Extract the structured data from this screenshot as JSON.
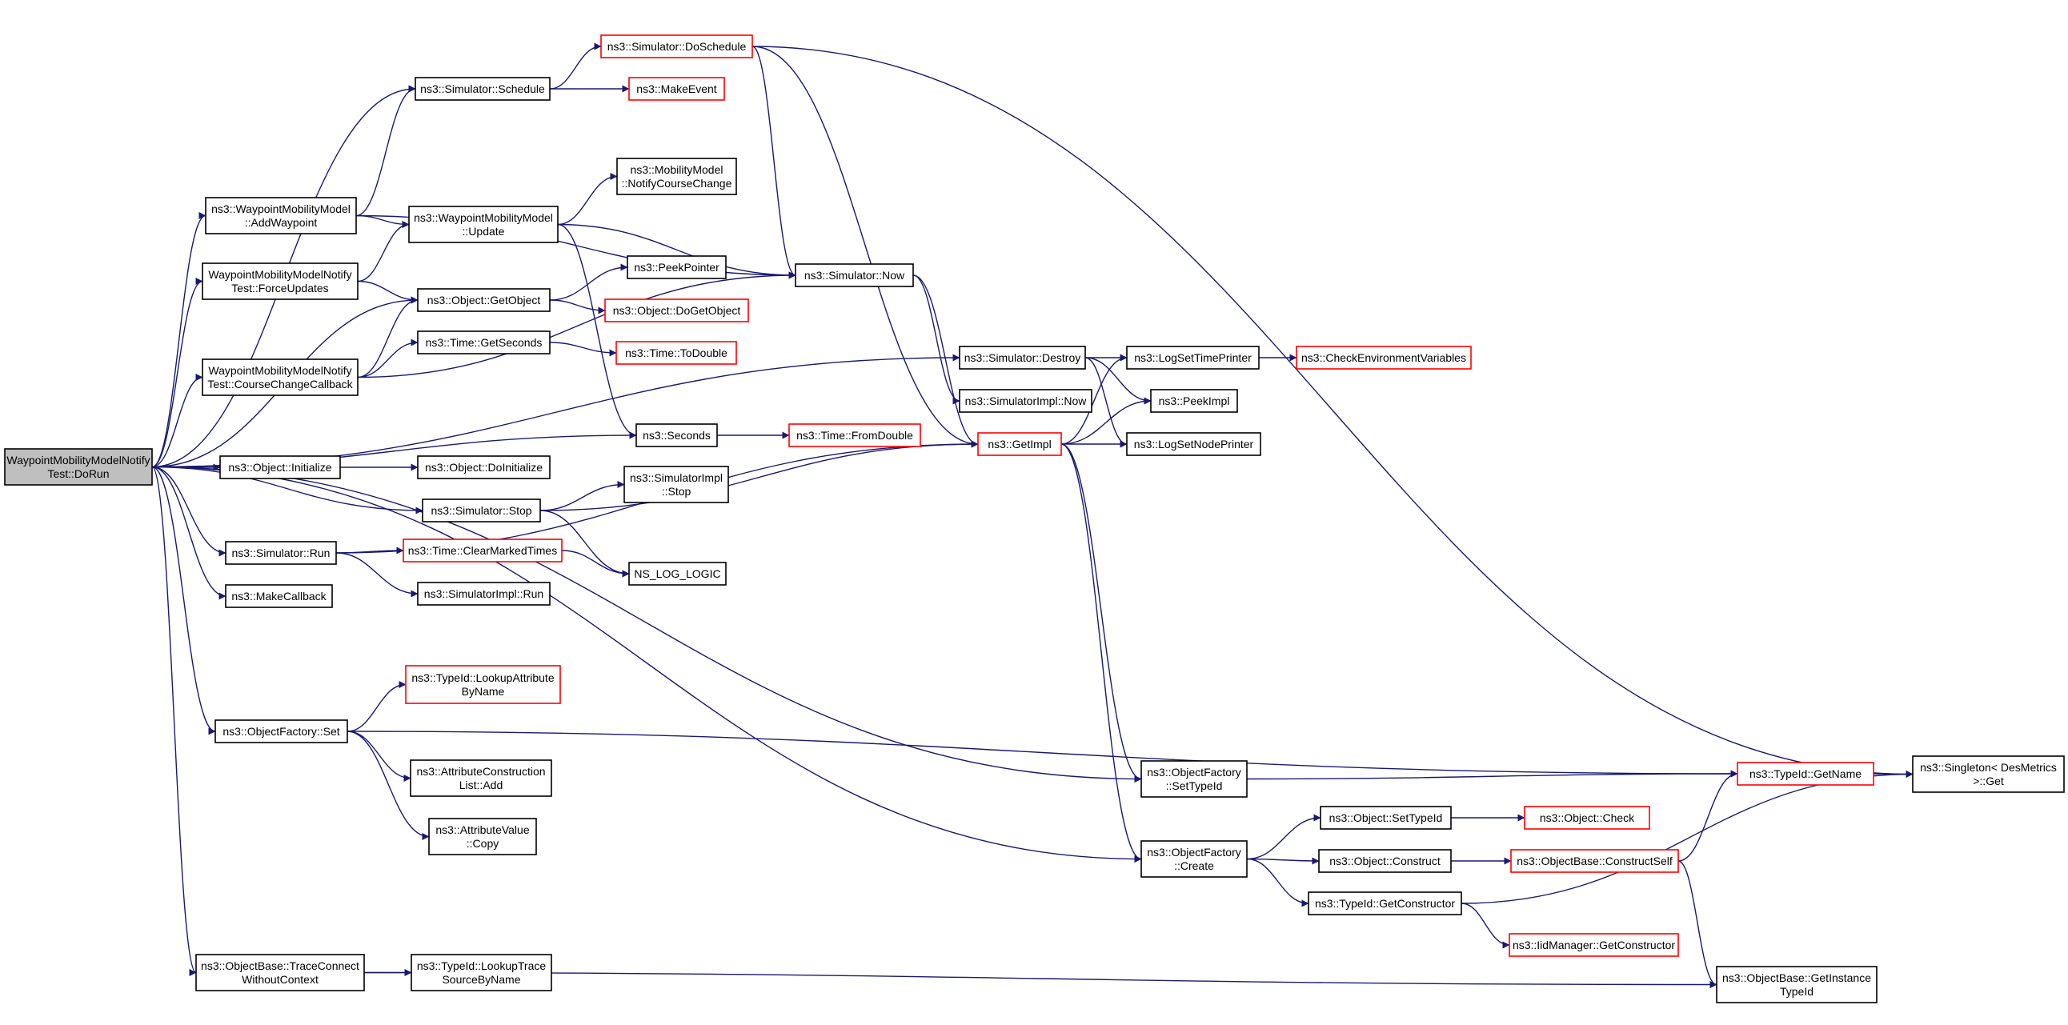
{
  "colors": {
    "edge": "#191970",
    "normal_border": "#000000",
    "linked_border": "#ff0000",
    "root_fill": "#bfbfbf",
    "fill": "#ffffff"
  },
  "nodes": [
    {
      "id": "root",
      "lines": [
        "WaypointMobilityModelNotify",
        "Test::DoRun"
      ],
      "style": "root"
    },
    {
      "id": "addwp",
      "lines": [
        "ns3::WaypointMobilityModel",
        "::AddWaypoint"
      ],
      "style": "normal"
    },
    {
      "id": "forceupd",
      "lines": [
        "WaypointMobilityModelNotify",
        "Test::ForceUpdates"
      ],
      "style": "normal"
    },
    {
      "id": "coursecb",
      "lines": [
        "WaypointMobilityModelNotify",
        "Test::CourseChangeCallback"
      ],
      "style": "normal"
    },
    {
      "id": "objinit",
      "lines": [
        "ns3::Object::Initialize"
      ],
      "style": "normal"
    },
    {
      "id": "simrun",
      "lines": [
        "ns3::Simulator::Run"
      ],
      "style": "normal"
    },
    {
      "id": "makecb",
      "lines": [
        "ns3::MakeCallback"
      ],
      "style": "normal"
    },
    {
      "id": "ofset",
      "lines": [
        "ns3::ObjectFactory::Set"
      ],
      "style": "normal"
    },
    {
      "id": "tracecon",
      "lines": [
        "ns3::ObjectBase::TraceConnect",
        "WithoutContext"
      ],
      "style": "normal"
    },
    {
      "id": "schedule",
      "lines": [
        "ns3::Simulator::Schedule"
      ],
      "style": "normal"
    },
    {
      "id": "wpupdate",
      "lines": [
        "ns3::WaypointMobilityModel",
        "::Update"
      ],
      "style": "normal"
    },
    {
      "id": "getobj",
      "lines": [
        "ns3::Object::GetObject"
      ],
      "style": "normal"
    },
    {
      "id": "getsec",
      "lines": [
        "ns3::Time::GetSeconds"
      ],
      "style": "normal"
    },
    {
      "id": "doinit",
      "lines": [
        "ns3::Object::DoInitialize"
      ],
      "style": "normal"
    },
    {
      "id": "simstop",
      "lines": [
        "ns3::Simulator::Stop"
      ],
      "style": "normal"
    },
    {
      "id": "clearmarked",
      "lines": [
        "ns3::Time::ClearMarkedTimes"
      ],
      "style": "linked"
    },
    {
      "id": "simimplrun",
      "lines": [
        "ns3::SimulatorImpl::Run"
      ],
      "style": "normal"
    },
    {
      "id": "lookupattr",
      "lines": [
        "ns3::TypeId::LookupAttribute",
        "ByName"
      ],
      "style": "linked"
    },
    {
      "id": "attrconstr",
      "lines": [
        "ns3::AttributeConstruction",
        "List::Add"
      ],
      "style": "normal"
    },
    {
      "id": "attrcopy",
      "lines": [
        "ns3::AttributeValue",
        "::Copy"
      ],
      "style": "normal"
    },
    {
      "id": "lookuptrace",
      "lines": [
        "ns3::TypeId::LookupTrace",
        "SourceByName"
      ],
      "style": "normal"
    },
    {
      "id": "dosched",
      "lines": [
        "ns3::Simulator::DoSchedule"
      ],
      "style": "linked"
    },
    {
      "id": "makeevent",
      "lines": [
        "ns3::MakeEvent"
      ],
      "style": "linked"
    },
    {
      "id": "notifycc",
      "lines": [
        "ns3::MobilityModel",
        "::NotifyCourseChange"
      ],
      "style": "normal"
    },
    {
      "id": "peekptr",
      "lines": [
        "ns3::PeekPointer"
      ],
      "style": "normal"
    },
    {
      "id": "dogetobj",
      "lines": [
        "ns3::Object::DoGetObject"
      ],
      "style": "linked"
    },
    {
      "id": "todouble",
      "lines": [
        "ns3::Time::ToDouble"
      ],
      "style": "linked"
    },
    {
      "id": "seconds",
      "lines": [
        "ns3::Seconds"
      ],
      "style": "normal"
    },
    {
      "id": "fromdouble",
      "lines": [
        "ns3::Time::FromDouble"
      ],
      "style": "linked"
    },
    {
      "id": "simimplstop",
      "lines": [
        "ns3::SimulatorImpl",
        "::Stop"
      ],
      "style": "normal"
    },
    {
      "id": "nslog",
      "lines": [
        "NS_LOG_LOGIC"
      ],
      "style": "normal"
    },
    {
      "id": "simnow",
      "lines": [
        "ns3::Simulator::Now"
      ],
      "style": "normal"
    },
    {
      "id": "simdestroy",
      "lines": [
        "ns3::Simulator::Destroy"
      ],
      "style": "normal"
    },
    {
      "id": "simimplnow",
      "lines": [
        "ns3::SimulatorImpl::Now"
      ],
      "style": "normal"
    },
    {
      "id": "getimpl",
      "lines": [
        "ns3::GetImpl"
      ],
      "style": "linked"
    },
    {
      "id": "logtime",
      "lines": [
        "ns3::LogSetTimePrinter"
      ],
      "style": "normal"
    },
    {
      "id": "checkenv",
      "lines": [
        "ns3::CheckEnvironmentVariables"
      ],
      "style": "linked"
    },
    {
      "id": "peekimpl",
      "lines": [
        "ns3::PeekImpl"
      ],
      "style": "normal"
    },
    {
      "id": "lognode",
      "lines": [
        "ns3::LogSetNodePrinter"
      ],
      "style": "normal"
    },
    {
      "id": "ofsettype",
      "lines": [
        "ns3::ObjectFactory",
        "::SetTypeId"
      ],
      "style": "normal"
    },
    {
      "id": "ofcreate",
      "lines": [
        "ns3::ObjectFactory",
        "::Create"
      ],
      "style": "normal"
    },
    {
      "id": "objsettype",
      "lines": [
        "ns3::Object::SetTypeId"
      ],
      "style": "normal"
    },
    {
      "id": "objconstruct",
      "lines": [
        "ns3::Object::Construct"
      ],
      "style": "normal"
    },
    {
      "id": "typegetconstr",
      "lines": [
        "ns3::TypeId::GetConstructor"
      ],
      "style": "normal"
    },
    {
      "id": "objcheck",
      "lines": [
        "ns3::Object::Check"
      ],
      "style": "linked"
    },
    {
      "id": "constructself",
      "lines": [
        "ns3::ObjectBase::ConstructSelf"
      ],
      "style": "linked"
    },
    {
      "id": "iidgetconstr",
      "lines": [
        "ns3::IidManager::GetConstructor"
      ],
      "style": "linked"
    },
    {
      "id": "getinsttype",
      "lines": [
        "ns3::ObjectBase::GetInstance",
        "TypeId"
      ],
      "style": "normal"
    },
    {
      "id": "typegetname",
      "lines": [
        "ns3::TypeId::GetName"
      ],
      "style": "linked"
    },
    {
      "id": "singleton",
      "lines": [
        "ns3::Singleton< DesMetrics",
        ">::Get"
      ],
      "style": "normal"
    }
  ],
  "edges": [
    [
      "root",
      "addwp"
    ],
    [
      "root",
      "forceupd"
    ],
    [
      "root",
      "coursecb"
    ],
    [
      "root",
      "seconds"
    ],
    [
      "root",
      "objinit"
    ],
    [
      "root",
      "simstop"
    ],
    [
      "root",
      "simrun"
    ],
    [
      "root",
      "makecb"
    ],
    [
      "root",
      "ofset"
    ],
    [
      "root",
      "tracecon"
    ],
    [
      "root",
      "schedule"
    ],
    [
      "root",
      "simdestroy"
    ],
    [
      "root",
      "getobj"
    ],
    [
      "root",
      "ofsettype"
    ],
    [
      "root",
      "ofcreate"
    ],
    [
      "addwp",
      "schedule"
    ],
    [
      "addwp",
      "wpupdate"
    ],
    [
      "addwp",
      "simnow"
    ],
    [
      "forceupd",
      "wpupdate"
    ],
    [
      "forceupd",
      "getobj"
    ],
    [
      "coursecb",
      "getobj"
    ],
    [
      "coursecb",
      "getsec"
    ],
    [
      "coursecb",
      "simnow"
    ],
    [
      "objinit",
      "doinit"
    ],
    [
      "simrun",
      "clearmarked"
    ],
    [
      "simrun",
      "simimplrun"
    ],
    [
      "simrun",
      "getimpl"
    ],
    [
      "ofset",
      "lookupattr"
    ],
    [
      "ofset",
      "attrconstr"
    ],
    [
      "ofset",
      "attrcopy"
    ],
    [
      "ofset",
      "typegetname"
    ],
    [
      "tracecon",
      "lookuptrace"
    ],
    [
      "tracecon",
      "getinsttype"
    ],
    [
      "schedule",
      "dosched"
    ],
    [
      "schedule",
      "makeevent"
    ],
    [
      "wpupdate",
      "notifycc"
    ],
    [
      "wpupdate",
      "simnow"
    ],
    [
      "wpupdate",
      "seconds"
    ],
    [
      "getobj",
      "peekptr"
    ],
    [
      "getobj",
      "dogetobj"
    ],
    [
      "getsec",
      "todouble"
    ],
    [
      "seconds",
      "fromdouble"
    ],
    [
      "simstop",
      "simimplstop"
    ],
    [
      "simstop",
      "nslog"
    ],
    [
      "simstop",
      "getimpl"
    ],
    [
      "clearmarked",
      "nslog"
    ],
    [
      "dosched",
      "simnow"
    ],
    [
      "dosched",
      "getimpl"
    ],
    [
      "dosched",
      "singleton"
    ],
    [
      "simnow",
      "simimplnow"
    ],
    [
      "simnow",
      "getimpl"
    ],
    [
      "simdestroy",
      "logtime"
    ],
    [
      "simdestroy",
      "peekimpl"
    ],
    [
      "simdestroy",
      "lognode"
    ],
    [
      "getimpl",
      "logtime"
    ],
    [
      "getimpl",
      "peekimpl"
    ],
    [
      "getimpl",
      "lognode"
    ],
    [
      "getimpl",
      "ofsettype"
    ],
    [
      "getimpl",
      "ofcreate"
    ],
    [
      "logtime",
      "checkenv"
    ],
    [
      "ofsettype",
      "typegetname"
    ],
    [
      "ofcreate",
      "objsettype"
    ],
    [
      "ofcreate",
      "objconstruct"
    ],
    [
      "ofcreate",
      "typegetconstr"
    ],
    [
      "objsettype",
      "objcheck"
    ],
    [
      "objconstruct",
      "constructself"
    ],
    [
      "constructself",
      "typegetname"
    ],
    [
      "constructself",
      "getinsttype"
    ],
    [
      "typegetconstr",
      "iidgetconstr"
    ],
    [
      "typegetconstr",
      "singleton"
    ],
    [
      "typegetname",
      "singleton"
    ]
  ]
}
